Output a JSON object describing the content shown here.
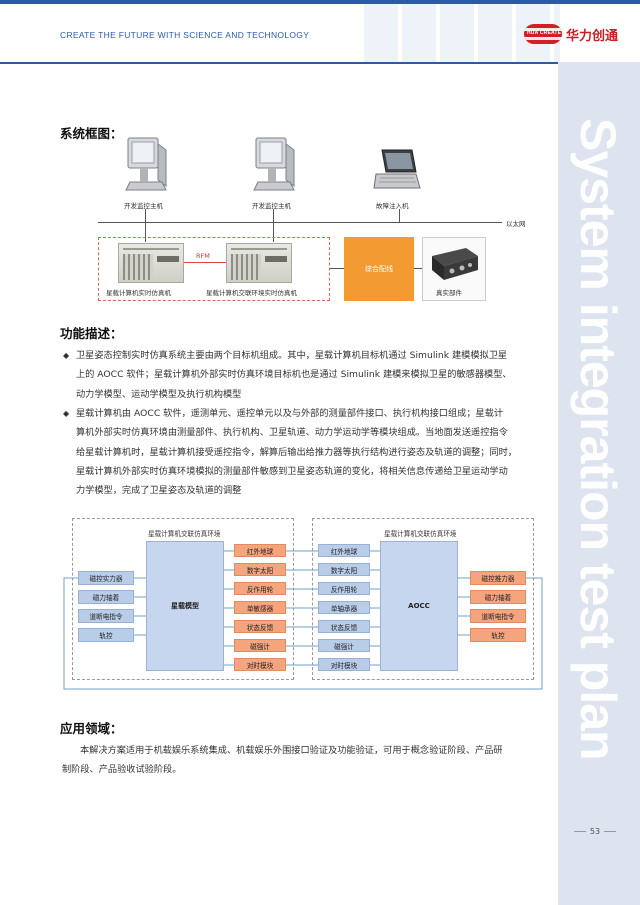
{
  "header": {
    "slogan": "CREATE THE FUTURE WITH SCIENCE AND TECHNOLOGY",
    "logo_mark_text": "HUA CREATE",
    "logo_text": "华力创通"
  },
  "sidebar": {
    "vertical_title": "System integration test plan",
    "page_number": "53"
  },
  "colors": {
    "accent_blue": "#2b5aa8",
    "sidebar": "#dde3ef",
    "orange": "#f39a32",
    "pink": "#f4a57e",
    "blue_box": "#b9cde8"
  },
  "section1": {
    "title": "系统框图：",
    "diagram": {
      "host1": "开发监控主机",
      "host2": "开发监控主机",
      "laptop": "故障注入机",
      "ethernet": "以太网",
      "rfm": "RFM",
      "rack1": "星载计算机实时仿真机",
      "rack2": "星载计算机交联环境实时仿真机",
      "cabling": "综合配线",
      "real_parts": "真实部件"
    }
  },
  "section2": {
    "title": "功能描述：",
    "bullet_symbol": "◆",
    "bullet1_lines": [
      "卫星姿态控制实时仿真系统主要由两个目标机组成。其中，星载计算机目标机通过 Simulink 建模模拟卫星",
      "上的 AOCC 软件；星载计算机外部实时仿真环境目标机也是通过 Simulink 建模来模拟卫星的敏感器模型、",
      "动力学模型、运动学模型及执行机构模型"
    ],
    "bullet2_lines": [
      "星载计算机由 AOCC 软件，遥测单元、遥控单元以及与外部的测量部件接口、执行机构接口组成；星载计",
      "算机外部实时仿真环境由测量部件、执行机构、卫星轨道、动力学运动学等模块组成。当地面发送遥控指令",
      "给星载计算机时，星载计算机接受遥控指令，解算后输出给推力器等执行结构进行姿态及轨道的调整；同时，",
      "星载计算机外部实时仿真环境模拟的测量部件敏感到卫星姿态轨道的变化，将相关信息传递给卫星运动学动",
      "力学模型，完成了卫星姿态及轨道的调整"
    ],
    "block_diagram": {
      "left_frame_title": "星载计算机交联仿真环境",
      "right_frame_title": "星载计算机交联仿真环境",
      "left_outer": [
        "磁控实力器",
        "磁力轴着",
        "道断电指令",
        "轨控"
      ],
      "left_core": "星载模型",
      "left_inner": [
        "红外地球",
        "数字太阳",
        "反作用轮",
        "单敏感器",
        "状态反馈",
        "磁强计",
        "对时模块"
      ],
      "right_inner": [
        "红外地球",
        "数字太阳",
        "反作用轮",
        "单轴承器",
        "状态反馈",
        "磁强计",
        "对时模块"
      ],
      "right_core": "AOCC",
      "right_outer": [
        "磁控推力器",
        "磁力轴着",
        "道断电指令",
        "轨控"
      ]
    }
  },
  "section3": {
    "title": "应用领域：",
    "lines": [
      "本解决方案适用于机载娱乐系统集成、机载娱乐外围接口验证及功能验证，可用于概念验证阶段、产品研",
      "制阶段、产品验收试验阶段。"
    ]
  }
}
